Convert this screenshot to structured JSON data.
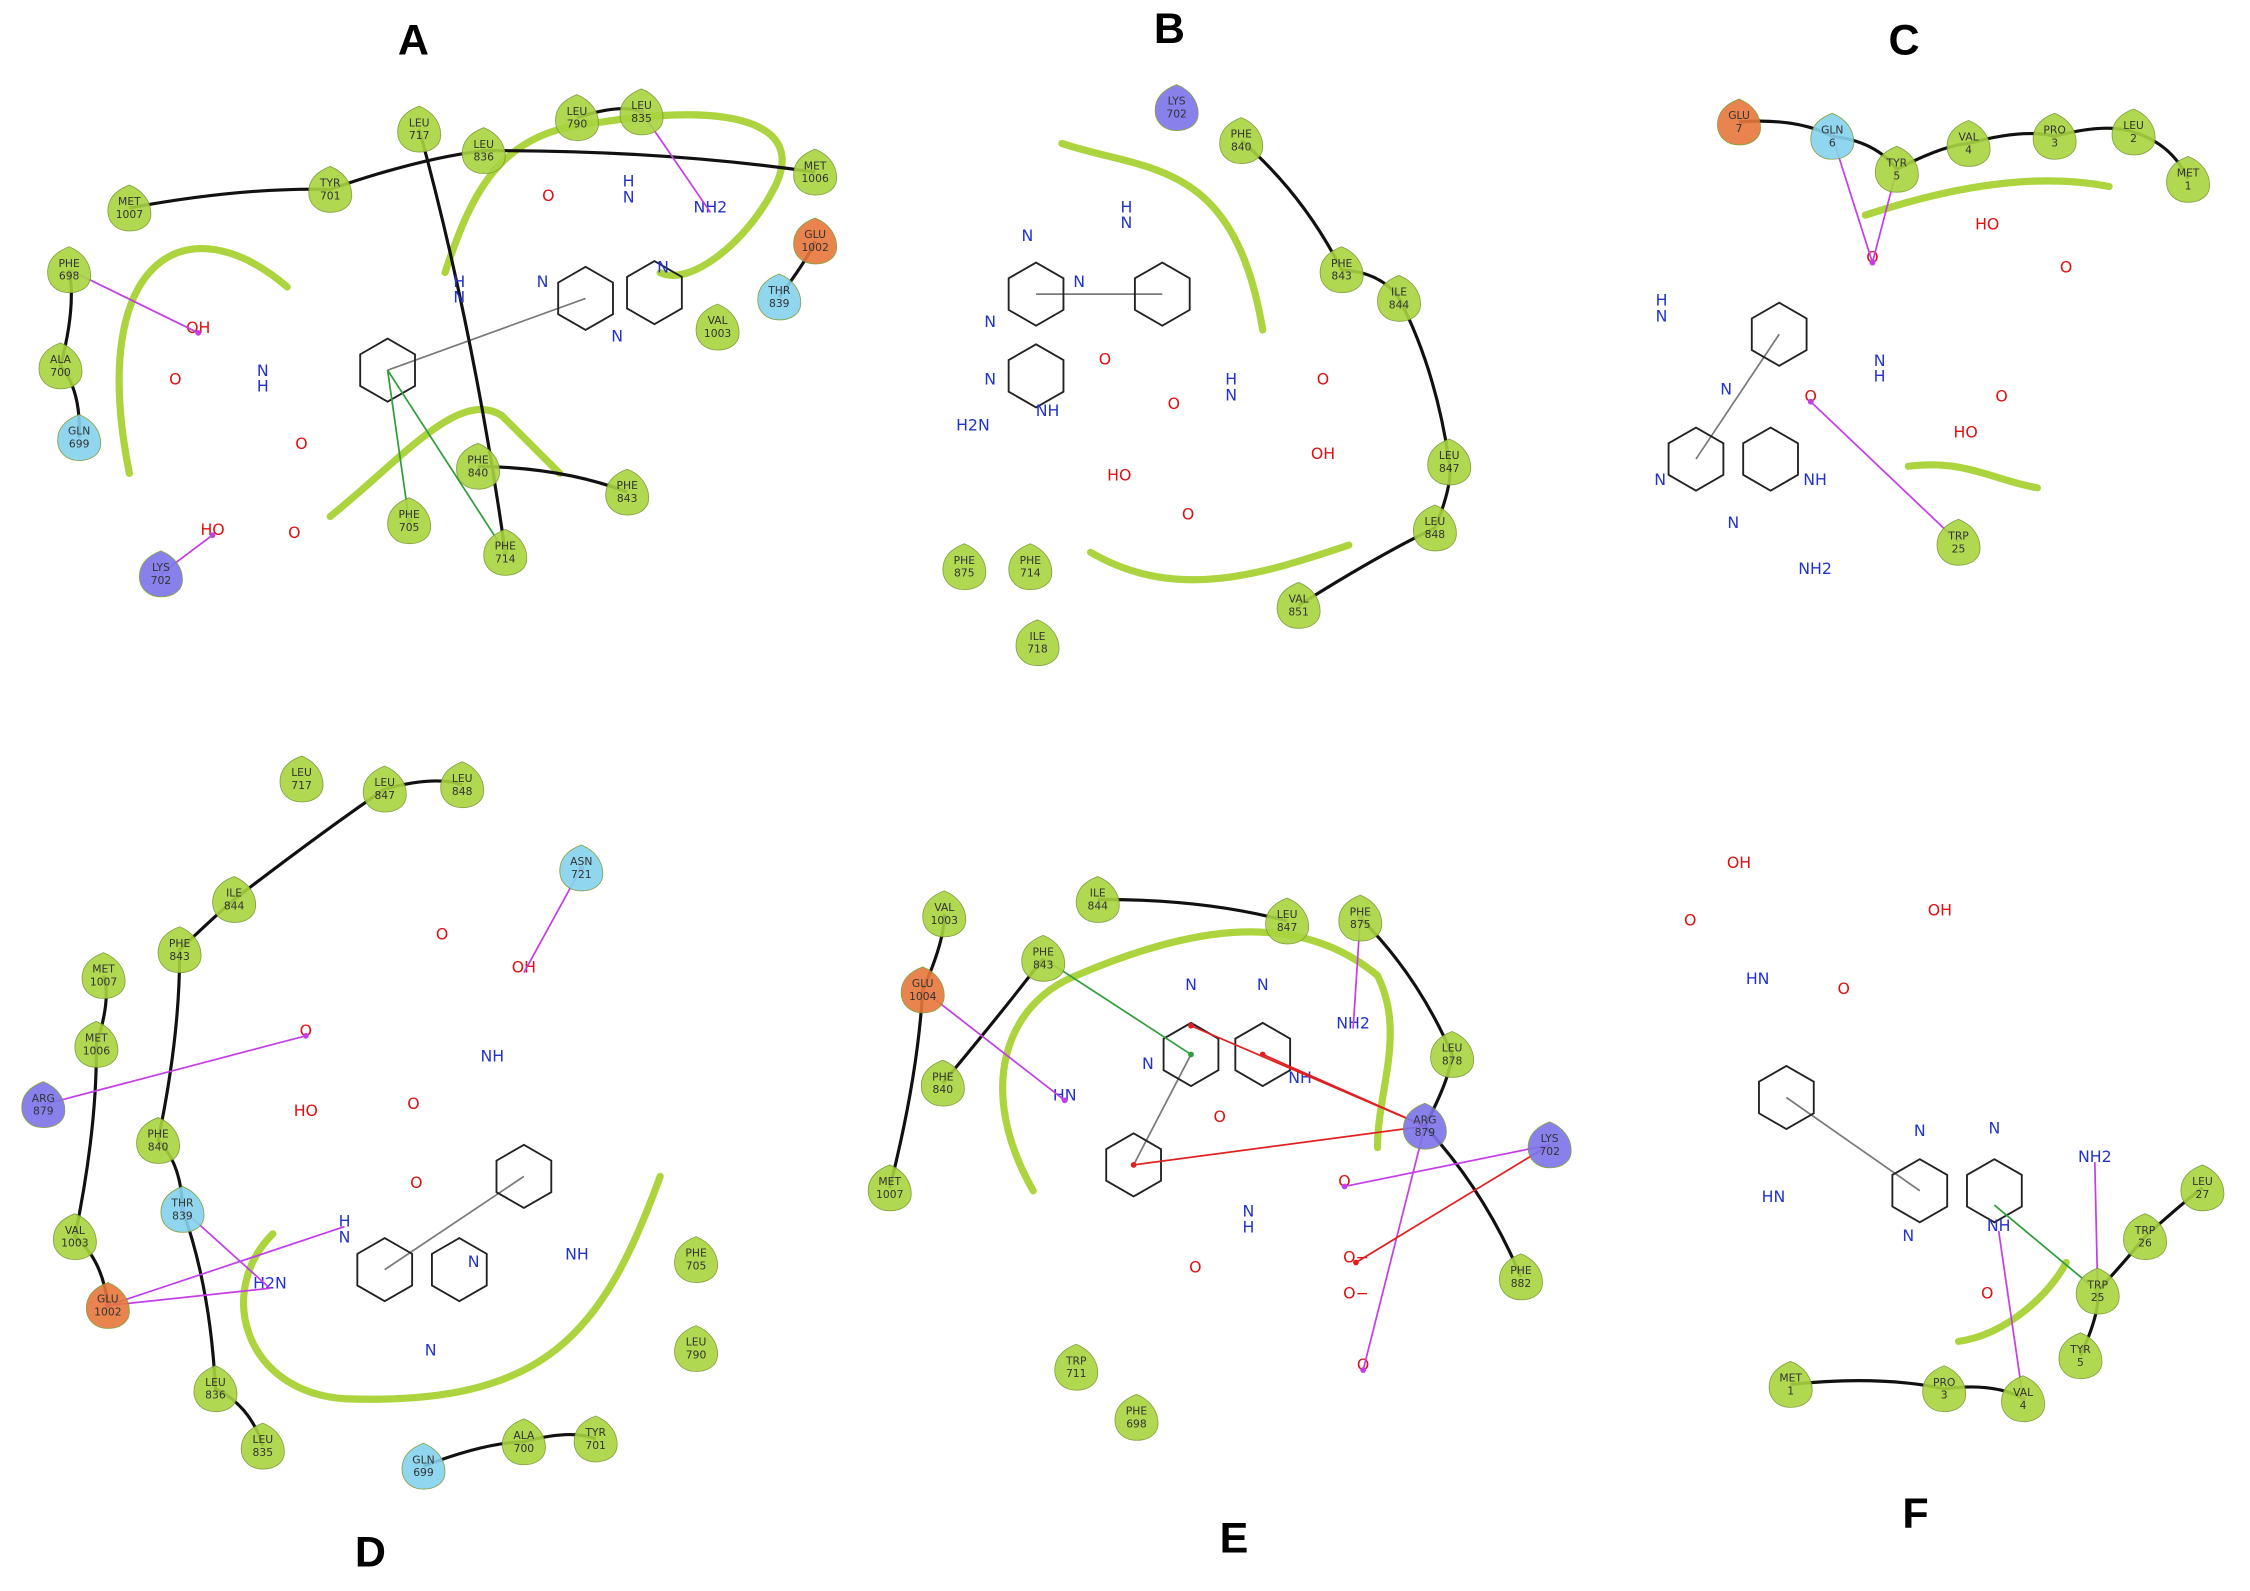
{
  "colors": {
    "hydrophobic": "#a8d43f",
    "polar": "#86d2ee",
    "positive": "#7c74ea",
    "negative": "#e8773c",
    "hbond": "#c43ee8",
    "pi_stack": "#2e9e3a",
    "pi_cation": "#e02020",
    "ribbon": "#9ccc1c",
    "atom_N": "#2233cc",
    "atom_O": "#dd1111"
  },
  "panels": [
    {
      "label": "A",
      "residues": [
        {
          "name": "MET",
          "num": "1007",
          "type": "hydrophobic"
        },
        {
          "name": "PHE",
          "num": "698",
          "type": "hydrophobic"
        },
        {
          "name": "ALA",
          "num": "700",
          "type": "hydrophobic"
        },
        {
          "name": "GLN",
          "num": "699",
          "type": "polar"
        },
        {
          "name": "LYS",
          "num": "702",
          "type": "positive"
        },
        {
          "name": "TYR",
          "num": "701",
          "type": "hydrophobic"
        },
        {
          "name": "LEU",
          "num": "717",
          "type": "hydrophobic"
        },
        {
          "name": "LEU",
          "num": "836",
          "type": "hydrophobic"
        },
        {
          "name": "LEU",
          "num": "790",
          "type": "hydrophobic"
        },
        {
          "name": "LEU",
          "num": "835",
          "type": "hydrophobic"
        },
        {
          "name": "MET",
          "num": "1006",
          "type": "hydrophobic"
        },
        {
          "name": "GLU",
          "num": "1002",
          "type": "negative"
        },
        {
          "name": "THR",
          "num": "839",
          "type": "polar"
        },
        {
          "name": "VAL",
          "num": "1003",
          "type": "hydrophobic"
        },
        {
          "name": "PHE",
          "num": "840",
          "type": "hydrophobic"
        },
        {
          "name": "PHE",
          "num": "843",
          "type": "hydrophobic"
        },
        {
          "name": "PHE",
          "num": "705",
          "type": "hydrophobic"
        },
        {
          "name": "PHE",
          "num": "714",
          "type": "hydrophobic"
        }
      ],
      "atoms": [
        "OH",
        "O",
        "N\nH",
        "O",
        "HO",
        "O",
        "H\nN",
        "N",
        "N",
        "N",
        "O",
        "H\nN",
        "NH2"
      ]
    },
    {
      "label": "B",
      "residues": [
        {
          "name": "LYS",
          "num": "702",
          "type": "positive"
        },
        {
          "name": "PHE",
          "num": "840",
          "type": "hydrophobic"
        },
        {
          "name": "PHE",
          "num": "843",
          "type": "hydrophobic"
        },
        {
          "name": "ILE",
          "num": "844",
          "type": "hydrophobic"
        },
        {
          "name": "LEU",
          "num": "847",
          "type": "hydrophobic"
        },
        {
          "name": "LEU",
          "num": "848",
          "type": "hydrophobic"
        },
        {
          "name": "VAL",
          "num": "851",
          "type": "hydrophobic"
        },
        {
          "name": "PHE",
          "num": "875",
          "type": "hydrophobic"
        },
        {
          "name": "PHE",
          "num": "714",
          "type": "hydrophobic"
        },
        {
          "name": "ILE",
          "num": "718",
          "type": "hydrophobic"
        }
      ],
      "atoms": [
        "H\nN",
        "N",
        "N",
        "N",
        "N",
        "NH",
        "O",
        "H2N",
        "O",
        "H\nN",
        "O",
        "OH",
        "HO",
        "O"
      ]
    },
    {
      "label": "C",
      "residues": [
        {
          "name": "GLU",
          "num": "7",
          "type": "negative"
        },
        {
          "name": "GLN",
          "num": "6",
          "type": "polar"
        },
        {
          "name": "TYR",
          "num": "5",
          "type": "hydrophobic"
        },
        {
          "name": "VAL",
          "num": "4",
          "type": "hydrophobic"
        },
        {
          "name": "PRO",
          "num": "3",
          "type": "hydrophobic"
        },
        {
          "name": "LEU",
          "num": "2",
          "type": "hydrophobic"
        },
        {
          "name": "MET",
          "num": "1",
          "type": "hydrophobic"
        },
        {
          "name": "TRP",
          "num": "25",
          "type": "hydrophobic"
        }
      ],
      "atoms": [
        "H\nN",
        "O",
        "N\nH",
        "HO",
        "O",
        "O",
        "HO",
        "N",
        "N",
        "N",
        "O",
        "NH",
        "NH2"
      ]
    },
    {
      "label": "D",
      "residues": [
        {
          "name": "LEU",
          "num": "717",
          "type": "hydrophobic"
        },
        {
          "name": "LEU",
          "num": "847",
          "type": "hydrophobic"
        },
        {
          "name": "LEU",
          "num": "848",
          "type": "hydrophobic"
        },
        {
          "name": "ILE",
          "num": "844",
          "type": "hydrophobic"
        },
        {
          "name": "PHE",
          "num": "843",
          "type": "hydrophobic"
        },
        {
          "name": "MET",
          "num": "1007",
          "type": "hydrophobic"
        },
        {
          "name": "MET",
          "num": "1006",
          "type": "hydrophobic"
        },
        {
          "name": "ARG",
          "num": "879",
          "type": "positive"
        },
        {
          "name": "PHE",
          "num": "840",
          "type": "hydrophobic"
        },
        {
          "name": "THR",
          "num": "839",
          "type": "polar"
        },
        {
          "name": "VAL",
          "num": "1003",
          "type": "hydrophobic"
        },
        {
          "name": "GLU",
          "num": "1002",
          "type": "negative"
        },
        {
          "name": "LEU",
          "num": "836",
          "type": "hydrophobic"
        },
        {
          "name": "LEU",
          "num": "835",
          "type": "hydrophobic"
        },
        {
          "name": "ASN",
          "num": "721",
          "type": "polar"
        },
        {
          "name": "PHE",
          "num": "705",
          "type": "hydrophobic"
        },
        {
          "name": "LEU",
          "num": "790",
          "type": "hydrophobic"
        },
        {
          "name": "GLN",
          "num": "699",
          "type": "polar"
        },
        {
          "name": "ALA",
          "num": "700",
          "type": "hydrophobic"
        },
        {
          "name": "TYR",
          "num": "701",
          "type": "hydrophobic"
        }
      ],
      "atoms": [
        "O",
        "OH",
        "O",
        "HO",
        "NH",
        "O",
        "NH",
        "H\nN",
        "O",
        "N",
        "N",
        "H2N"
      ]
    },
    {
      "label": "E",
      "residues": [
        {
          "name": "VAL",
          "num": "1003",
          "type": "hydrophobic"
        },
        {
          "name": "ILE",
          "num": "844",
          "type": "hydrophobic"
        },
        {
          "name": "LEU",
          "num": "847",
          "type": "hydrophobic"
        },
        {
          "name": "PHE",
          "num": "875",
          "type": "hydrophobic"
        },
        {
          "name": "PHE",
          "num": "843",
          "type": "hydrophobic"
        },
        {
          "name": "GLU",
          "num": "1004",
          "type": "negative"
        },
        {
          "name": "PHE",
          "num": "840",
          "type": "hydrophobic"
        },
        {
          "name": "MET",
          "num": "1007",
          "type": "hydrophobic"
        },
        {
          "name": "LEU",
          "num": "878",
          "type": "hydrophobic"
        },
        {
          "name": "ARG",
          "num": "879",
          "type": "positive"
        },
        {
          "name": "LYS",
          "num": "702",
          "type": "positive"
        },
        {
          "name": "PHE",
          "num": "882",
          "type": "hydrophobic"
        },
        {
          "name": "TRP",
          "num": "711",
          "type": "hydrophobic"
        },
        {
          "name": "PHE",
          "num": "698",
          "type": "hydrophobic"
        }
      ],
      "atoms": [
        "N",
        "N",
        "NH2",
        "N",
        "NH",
        "O",
        "HN",
        "N\nH",
        "O",
        "O",
        "O−",
        "O−",
        "O"
      ]
    },
    {
      "label": "F",
      "residues": [
        {
          "name": "LEU",
          "num": "27",
          "type": "hydrophobic"
        },
        {
          "name": "TRP",
          "num": "26",
          "type": "hydrophobic"
        },
        {
          "name": "TRP",
          "num": "25",
          "type": "hydrophobic"
        },
        {
          "name": "TYR",
          "num": "5",
          "type": "hydrophobic"
        },
        {
          "name": "VAL",
          "num": "4",
          "type": "hydrophobic"
        },
        {
          "name": "PRO",
          "num": "3",
          "type": "hydrophobic"
        },
        {
          "name": "MET",
          "num": "1",
          "type": "hydrophobic"
        }
      ],
      "atoms": [
        "OH",
        "OH",
        "O",
        "HN",
        "O",
        "HN",
        "N",
        "N",
        "NH2",
        "N",
        "NH",
        "O"
      ]
    }
  ]
}
